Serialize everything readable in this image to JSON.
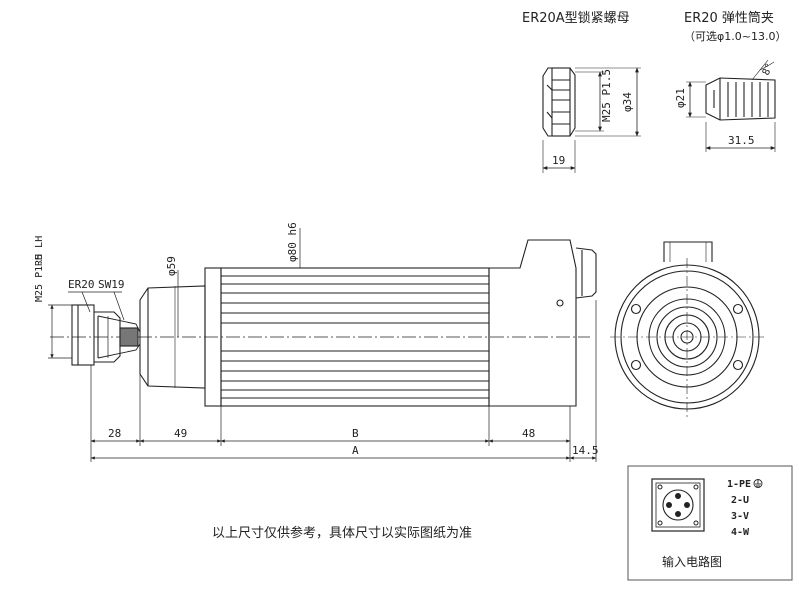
{
  "top": {
    "nut_title": "ER20A型锁紧螺母",
    "collet_title": "ER20  弹性筒夹",
    "collet_range": "（可选φ1.0~13.0）"
  },
  "nut_dims": {
    "thread": "M25 P1.5",
    "diameter": "φ34",
    "length": "19"
  },
  "collet_dims": {
    "diameter": "φ21",
    "angle": "8°",
    "length": "31.5"
  },
  "side_view": {
    "thread_left": "M25 P1.5 LH",
    "thread_right": "RH",
    "collet_label": "ER20",
    "wrench_label": "SW19",
    "front_diameter": "φ59",
    "body_diameter": "φ80 h6",
    "dim_28": "28",
    "dim_49": "49",
    "dim_B": "B",
    "dim_48": "48",
    "dim_A": "A",
    "dim_145": "14.5"
  },
  "circuit": {
    "title": "输入电路图",
    "pins": [
      "1-PE",
      "2-U",
      "3-V",
      "4-W"
    ]
  },
  "note": "以上尺寸仅供参考，具体尺寸以实际图纸为准",
  "colors": {
    "line": "#222222",
    "background": "#ffffff",
    "frame": "#555555"
  }
}
